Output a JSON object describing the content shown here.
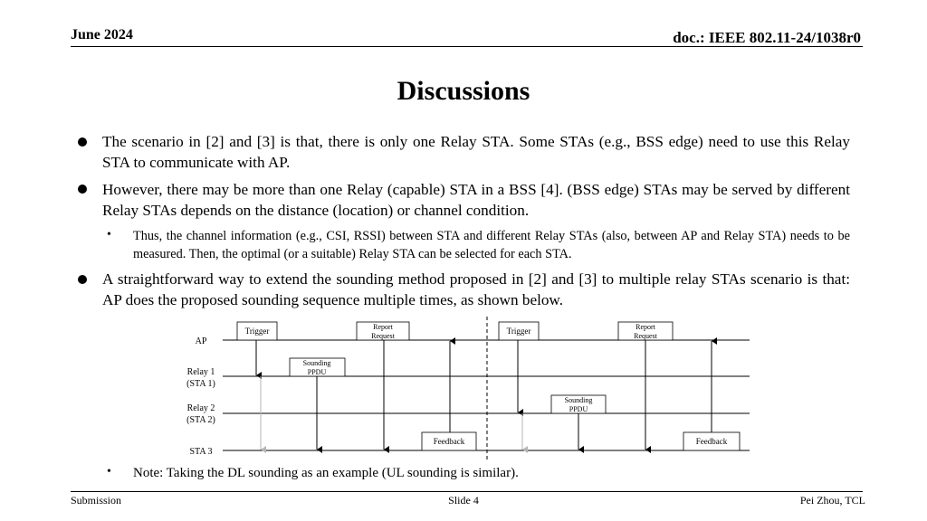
{
  "header": {
    "date": "June 2024",
    "doc": "doc.: IEEE 802.11-24/1038r0"
  },
  "title": "Discussions",
  "bullets": [
    {
      "text": "The scenario in [2] and [3] is that, there is only one Relay STA. Some STAs (e.g., BSS edge) need to use this Relay STA to communicate with AP."
    },
    {
      "text": "However, there may be more than one Relay (capable) STA in a BSS [4]. (BSS edge) STAs may be served by different Relay STAs depends on the distance (location) or channel condition."
    },
    {
      "text": "Thus, the channel information (e.g., CSI, RSSI) between STA and different Relay STAs (also, between AP and Relay STA) needs to be measured. Then, the optimal (or a suitable) Relay STA can be selected for each STA."
    },
    {
      "text": "A straightforward way to extend the sounding method proposed in [2] and [3] to multiple relay STAs scenario is that: AP does the proposed sounding sequence multiple times, as shown below."
    },
    {
      "text": "Note: Taking the DL sounding as an example (UL sounding is similar)."
    }
  ],
  "diagram": {
    "rows": {
      "ap": "AP",
      "relay1_a": "Relay 1",
      "relay1_b": "(STA 1)",
      "relay2_a": "Relay 2",
      "relay2_b": "(STA 2)",
      "sta3": "STA 3"
    },
    "boxes": {
      "trigger1": "Trigger",
      "report1_a": "Report",
      "report1_b": "Request",
      "trigger2": "Trigger",
      "report2_a": "Report",
      "report2_b": "Request",
      "sounding1_a": "Sounding",
      "sounding1_b": "PPDU",
      "sounding2_a": "Sounding",
      "sounding2_b": "PPDU",
      "feedback1": "Feedback",
      "feedback2": "Feedback"
    }
  },
  "footer": {
    "left": "Submission",
    "center": "Slide 4",
    "right": "Pei Zhou, TCL"
  }
}
